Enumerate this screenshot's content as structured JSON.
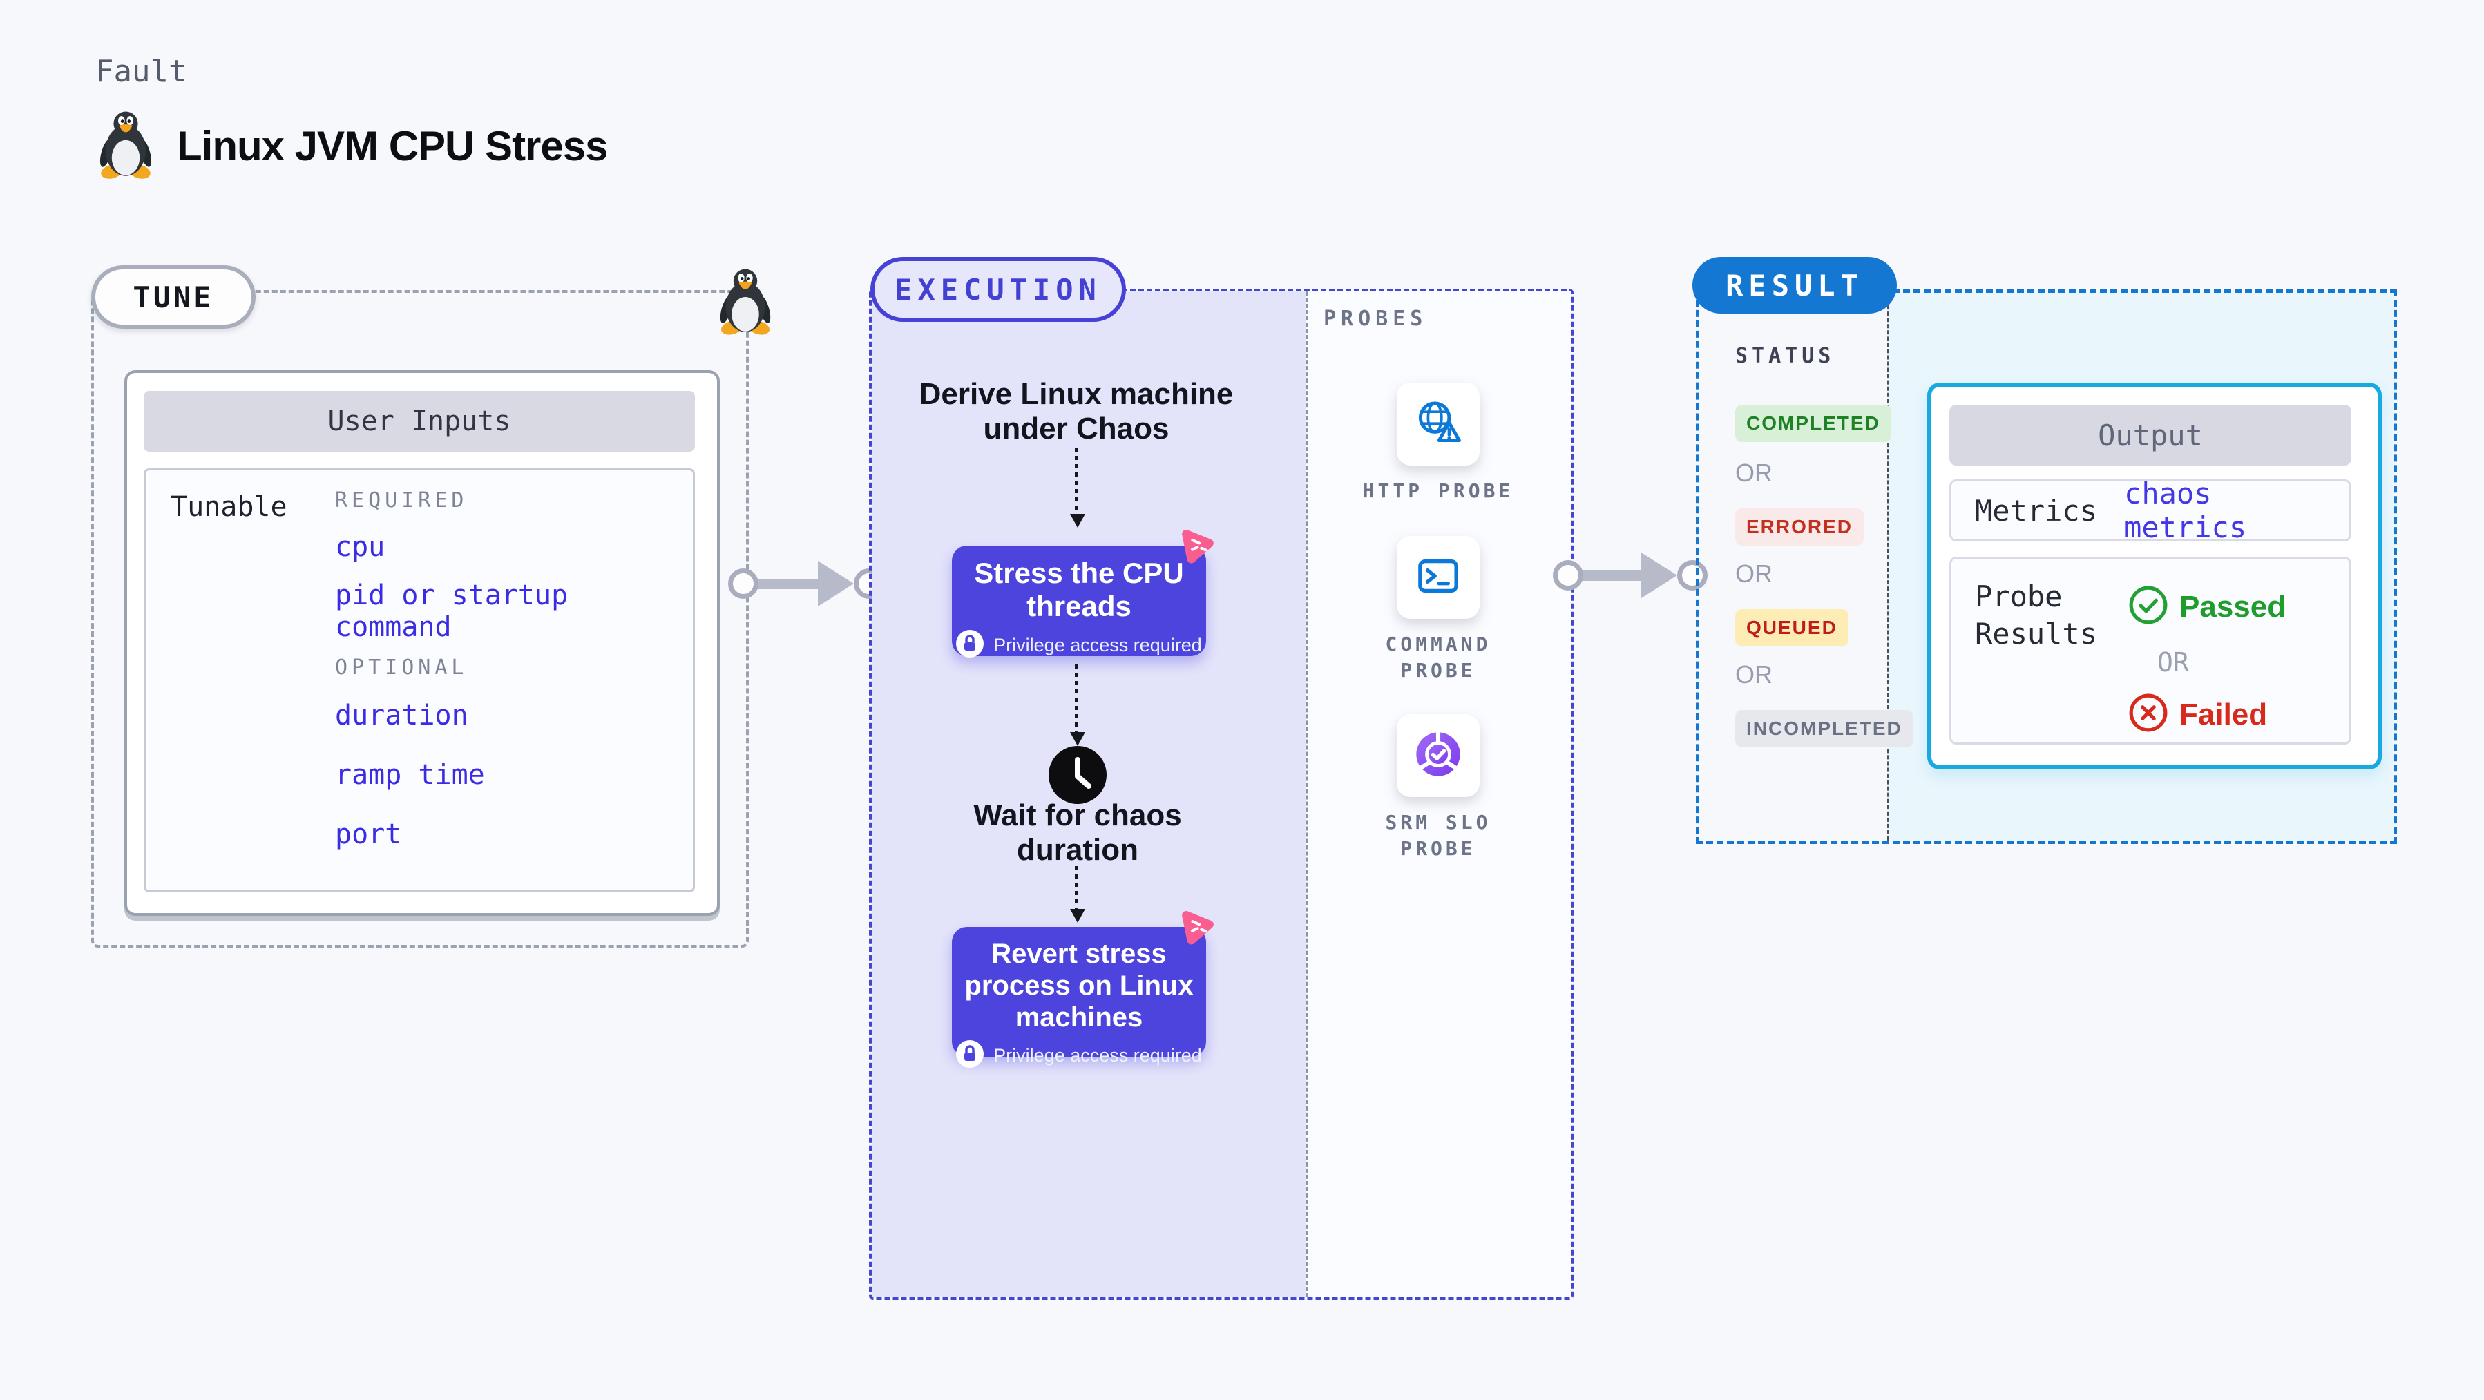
{
  "page": {
    "kicker": "Fault",
    "title": "Linux JVM CPU Stress"
  },
  "tune": {
    "badge": "TUNE",
    "user_inputs_title": "User Inputs",
    "tunable_label": "Tunable",
    "required_label": "REQUIRED",
    "required_items": [
      "cpu",
      "pid or startup command"
    ],
    "optional_label": "OPTIONAL",
    "optional_items": [
      "duration",
      "ramp time",
      "port"
    ]
  },
  "execution": {
    "badge": "EXECUTION",
    "derive_step": "Derive Linux machine under Chaos",
    "stress_step": "Stress the CPU threads",
    "privilege_note": "Privilege access required",
    "wait_step": "Wait for chaos duration",
    "revert_step": "Revert stress process on Linux machines"
  },
  "probes": {
    "label": "PROBES",
    "items": [
      {
        "label": "HTTP PROBE",
        "icon": "globe-alert-icon"
      },
      {
        "label": "COMMAND PROBE",
        "icon": "terminal-icon"
      },
      {
        "label": "SRM SLO PROBE",
        "icon": "slo-pie-icon"
      }
    ]
  },
  "result": {
    "badge": "RESULT",
    "status_label": "STATUS",
    "or_label": "OR",
    "statuses": [
      {
        "label": "COMPLETED",
        "bg": "#d7f0d7",
        "color": "#1f8126"
      },
      {
        "label": "ERRORED",
        "bg": "#fae9e9",
        "color": "#c2301f"
      },
      {
        "label": "QUEUED",
        "bg": "#fdecb4",
        "color": "#bf1d1d"
      },
      {
        "label": "INCOMPLETED",
        "bg": "#e7e8ee",
        "color": "#6a7183"
      }
    ],
    "output": {
      "title": "Output",
      "metrics_label": "Metrics",
      "metrics_value": "chaos metrics",
      "probe_results_label": "Probe Results",
      "passed_label": "Passed",
      "failed_label": "Failed"
    }
  },
  "colors": {
    "page_bg": "#f7f8fc",
    "lavender_bg": "#e3e3fa",
    "action_indigo": "#4c44dc",
    "exec_border": "#4346d0",
    "tune_border": "#9aa1af",
    "result_blue": "#1478d2",
    "output_cyan_border": "#18a9e1",
    "output_cyan_bg": "#e9f6fc",
    "link_blue": "#3a2be4",
    "probe_icon_blue": "#0c79d8",
    "srm_purple": "#8a4ff0",
    "brand_pink": "#fa5d8f",
    "passed_green": "#1f9d2c",
    "failed_red": "#d8291c"
  }
}
